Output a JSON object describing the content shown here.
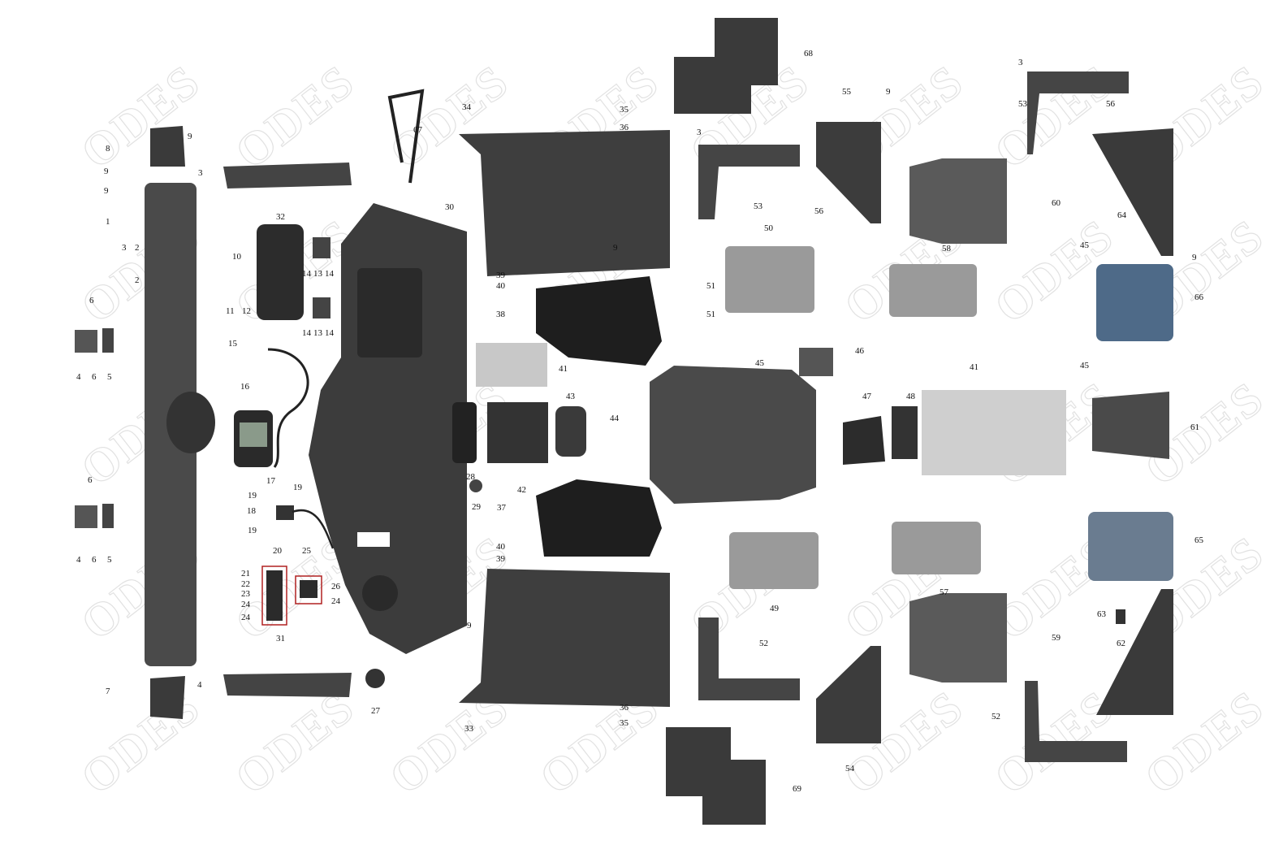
{
  "watermark": "ODES",
  "colors": {
    "part_dark": "#3a3a3a",
    "part_mid": "#5a5a5a",
    "part_light": "#9a9a9a",
    "panel_blue": "#4e6a88",
    "callout_box": "#b02020"
  },
  "callouts": [
    "68",
    "67",
    "34",
    "35",
    "36",
    "8",
    "9",
    "9",
    "3",
    "9",
    "32",
    "30",
    "1",
    "10",
    "11",
    "12",
    "14",
    "13",
    "14",
    "14",
    "13",
    "14",
    "15",
    "16",
    "17",
    "18",
    "19",
    "19",
    "19",
    "20",
    "25",
    "21",
    "22",
    "23",
    "24",
    "24",
    "26",
    "24",
    "31",
    "27",
    "7",
    "4",
    "6",
    "4",
    "6",
    "5",
    "6",
    "4",
    "6",
    "5",
    "33",
    "38",
    "39",
    "40",
    "41",
    "28",
    "29",
    "42",
    "43",
    "37",
    "40",
    "39",
    "44",
    "50",
    "53",
    "55",
    "56",
    "46",
    "45",
    "47",
    "48",
    "41",
    "58",
    "60",
    "64",
    "53",
    "56",
    "66",
    "61",
    "65",
    "57",
    "49",
    "52",
    "59",
    "62",
    "63",
    "54",
    "69",
    "52",
    "35",
    "36",
    "3",
    "3",
    "9",
    "9",
    "2",
    "3",
    "2",
    "51",
    "51",
    "45",
    "45",
    "9",
    "9"
  ]
}
